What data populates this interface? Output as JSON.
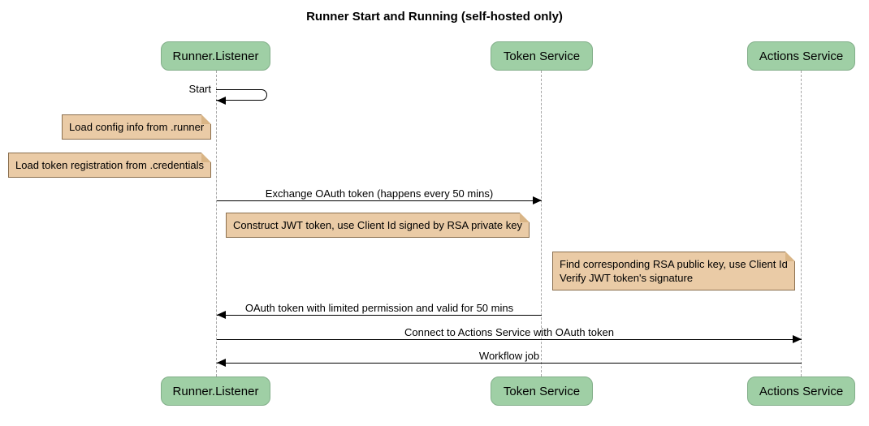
{
  "title": "Runner Start and Running (self-hosted only)",
  "colors": {
    "participant_fill": "#9FCFA5",
    "participant_border": "#82AE89",
    "note_fill": "#EACBA6",
    "note_border": "#8B6F4E",
    "note_fold": "#D9B586",
    "lifeline": "#A6A6A6",
    "message": "#000000"
  },
  "participants": [
    {
      "label": "Runner.Listener"
    },
    {
      "label": "Token Service"
    },
    {
      "label": "Actions Service"
    }
  ],
  "messages": {
    "start": {
      "label": "Start",
      "from": "Runner.Listener",
      "to": "Runner.Listener"
    },
    "exchange": {
      "label": "Exchange OAuth token (happens every 50 mins)",
      "from": "Runner.Listener",
      "to": "Token Service"
    },
    "oauth_return": {
      "label": "OAuth token with limited permission and valid for 50 mins",
      "from": "Token Service",
      "to": "Runner.Listener"
    },
    "connect": {
      "label": "Connect to Actions Service with OAuth token",
      "from": "Runner.Listener",
      "to": "Actions Service"
    },
    "workflow": {
      "label": "Workflow job",
      "from": "Actions Service",
      "to": "Runner.Listener"
    }
  },
  "notes": {
    "load_config": {
      "text": "Load config info from .runner"
    },
    "load_token": {
      "text": "Load token registration from .credentials"
    },
    "construct_jwt": {
      "text": "Construct JWT token, use Client Id signed by RSA private key"
    },
    "verify_jwt": {
      "text": "Find corresponding RSA public key, use Client Id\nVerify JWT token's signature"
    }
  }
}
